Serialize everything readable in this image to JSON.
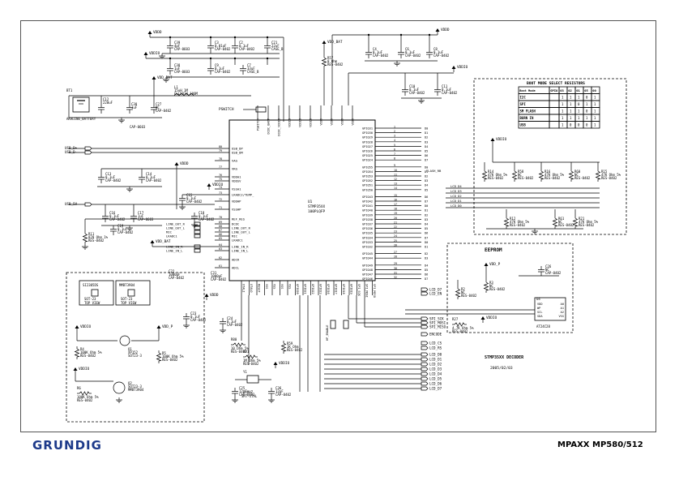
{
  "brand": "GRUNDIG",
  "model": "MPAXX MP580/512",
  "title_block": {
    "name": "STMP35XX DECODER",
    "date": "2005/02/03"
  },
  "ic": {
    "ref": "U1",
    "part": "STMP35XX",
    "package": "100PLQFP"
  },
  "eeprom": {
    "title": "EEPROM",
    "ref": "U4",
    "part": "AT24C28",
    "pins_left": [
      "VDD",
      "WP",
      "SCL",
      "SDA"
    ],
    "pins_right": [
      "A0",
      "A1",
      "A2",
      "VSS"
    ]
  },
  "boot_table": {
    "title": "BOOT MODE SELECT RESISTORS",
    "headers": [
      "Boot Mode",
      "GPIO",
      "03",
      "02",
      "01",
      "05",
      "00"
    ],
    "rows": [
      [
        "I2C",
        "",
        "1",
        "1",
        "1",
        "0",
        "1"
      ],
      [
        "SPI",
        "",
        "1",
        "1",
        "0",
        "1",
        "1"
      ],
      [
        "SM FLASH",
        "",
        "1",
        "1",
        "1",
        "0",
        "1"
      ],
      [
        "BURN IN",
        "",
        "1",
        "1",
        "1",
        "1",
        "1"
      ],
      [
        "USB",
        "",
        "1",
        "0",
        "0",
        "0",
        "1"
      ]
    ]
  },
  "power_labels": [
    "VDDD",
    "VDDIO",
    "VDD_BAT",
    "VDDD",
    "VDDIO",
    "VDD_BAT",
    "VDDD",
    "VDDIO",
    "VDDIO",
    "VDD_P",
    "VDDIO",
    "VDD_P",
    "VDDIO"
  ],
  "net_labels": [
    "PSWITCH",
    "USB_D+",
    "USB_D-",
    "USB_5V",
    "VDD_BAT",
    "HP_ENABLE",
    "ENCODE",
    "SPI_SCK",
    "SPI_MOSI",
    "SPI_MISO",
    "LCD_CS",
    "LCD_RS",
    "LCD_D0",
    "LCD_D1",
    "LCD_D2",
    "LCD_D3",
    "LCD_D4",
    "LCD_D5",
    "LCD_D6",
    "LCD_D7",
    "LCD_EN",
    "FLASH_RB",
    "SCL",
    "SDA"
  ],
  "components": [
    {
      "ref": "BT1",
      "value": "AKALINE_BATTERY"
    },
    {
      "ref": "C39",
      "value": "4pF CAP-0603"
    },
    {
      "ref": "C3",
      "value": "0.01uF CAP-0402"
    },
    {
      "ref": "C2",
      "value": "0.1uF CAP-0402"
    },
    {
      "ref": "C21",
      "value": "22uF CASE_B"
    },
    {
      "ref": "C38",
      "value": "1uF CAP-0603"
    },
    {
      "ref": "C9",
      "value": "0.1uF CAP-0402"
    },
    {
      "ref": "C7",
      "value": "33uF CASE_B"
    },
    {
      "ref": "L1",
      "value": "15uH 1M CLL5D18 100M"
    },
    {
      "ref": "C12",
      "value": "220uF CASE_B"
    },
    {
      "ref": "C30",
      "value": "1uF CAP-0603"
    },
    {
      "ref": "C27",
      "value": "NC CAP-0402"
    },
    {
      "ref": "C13",
      "value": "0.1uF CAP-0402"
    },
    {
      "ref": "C14",
      "value": "0.1uF CAP-0402"
    },
    {
      "ref": "C16",
      "value": "0.1uF CAP-0402"
    },
    {
      "ref": "C17",
      "value": "1uF CAP-0603"
    },
    {
      "ref": "C18",
      "value": "0.1uF CAP-0402"
    },
    {
      "ref": "C19",
      "value": "0.1uF CAP-0402"
    },
    {
      "ref": "R11",
      "value": "820 Ohm 1% RES-0402"
    },
    {
      "ref": "R57",
      "value": "0 Ohm RES-0402"
    },
    {
      "ref": "C4",
      "value": "0.1uF CAP-0402"
    },
    {
      "ref": "C6",
      "value": "0.1uF CAP-0402"
    },
    {
      "ref": "C8",
      "value": "0.1uF CAP-0402"
    },
    {
      "ref": "C10",
      "value": "0.1uF CAP-0402"
    },
    {
      "ref": "C11",
      "value": "0.1uF CAP-0402"
    },
    {
      "ref": "R14",
      "value": "47K Ohm 5% RES-0402"
    },
    {
      "ref": "R58",
      "value": "NC RES-0402"
    },
    {
      "ref": "R16",
      "value": "47K Ohm 5% RES-0402"
    },
    {
      "ref": "R60",
      "value": "NC RES-0402"
    },
    {
      "ref": "R15",
      "value": "47K Ohm 5% RES-0402"
    },
    {
      "ref": "R12",
      "value": "47K Ohm 5% RES-0402"
    },
    {
      "ref": "R61",
      "value": "NC RES-0402"
    },
    {
      "ref": "R21",
      "value": "47K Ohm 5% RES-0402"
    },
    {
      "ref": "C26",
      "value": "NC CAP-0402"
    },
    {
      "ref": "R2",
      "value": "NC RES-0402"
    },
    {
      "ref": "R3",
      "value": "NC RES-0402"
    },
    {
      "ref": "R27",
      "value": "4.7K Ohm 5% RES-0402"
    },
    {
      "ref": "C22",
      "value": "1000pF CAP-0402"
    },
    {
      "ref": "C31",
      "value": "1000pF CAP-0402"
    },
    {
      "ref": "C23",
      "value": "0.1uF CAP-0402"
    },
    {
      "ref": "C24",
      "value": "0.1uF CAP-0402"
    },
    {
      "ref": "R80",
      "value": "10 Ohm 5% RES-0402"
    },
    {
      "ref": "R81",
      "value": "1M Ohm 5% RES-0402"
    },
    {
      "ref": "R59",
      "value": "1K Ohm RES-0402"
    },
    {
      "ref": "Y1",
      "value": "24MHZ SMT-XTAL"
    },
    {
      "ref": "C25",
      "value": "12pF CAP-0402"
    },
    {
      "ref": "C36",
      "value": "12pF CAP-0402"
    },
    {
      "ref": "R4",
      "value": "100K Ohm 5% RES-0402"
    },
    {
      "ref": "Q1",
      "value": "XP152 SOT23-3"
    },
    {
      "ref": "R5",
      "value": "100K Ohm 5% RES-0402"
    },
    {
      "ref": "R6",
      "value": "100K Ohm 5% RES-0402"
    },
    {
      "ref": "Q2",
      "value": "SOT23-3 MMBT3904"
    }
  ],
  "ic_pins_left": [
    "USB_DP",
    "USB_DM",
    "VAG",
    "VRG",
    "VDDA1",
    "VDDSV",
    "VSSA1",
    "LRADC2/TEMP_",
    "VDDHP",
    "VSSHP",
    "REF_RES",
    "DCDC",
    "LINE_OUT_R",
    "LINE_OUT_L",
    "MIC",
    "LRADC1",
    "LINE_IN_R",
    "LINE_IN_L",
    "ADCR",
    "ADCL"
  ],
  "ic_pins_right": [
    "GPIO31",
    "GPIO30",
    "GPIO29",
    "GPIO28",
    "GPIO27",
    "GPIO26",
    "GPIO25",
    "GPIO24",
    "GPIO55",
    "GPIO54",
    "GPIO53",
    "GPIO52",
    "GPIO51",
    "GPIO50",
    "GPIO43",
    "GPIO42",
    "GPIO41",
    "GPIO40",
    "GPIO39",
    "GPIO38",
    "GPIO37",
    "GPIO36",
    "GPIO35",
    "GPIO34",
    "GPIO33",
    "GPIO32",
    "GPIO45",
    "GPIO44",
    "GPIO49",
    "GPIO48",
    "GPIO47",
    "GPIO46"
  ],
  "ic_pins_bottom": [
    "XTALI",
    "XTALO",
    "RESET",
    "VSS",
    "VSS",
    "VSS",
    "VSS",
    "GPIO20",
    "GPIO21",
    "GPIO22",
    "GPIO23",
    "GPIO16",
    "GPIO17",
    "GPIO18",
    "GPIO19",
    "SPI_SCK",
    "SPI_MOSI",
    "SPI_MISO"
  ],
  "ic_pins_top": [
    "PSWITCH",
    "DCDC_BATT",
    "DCDC_VDDIO",
    "VDDIO",
    "VDDIO",
    "VDDIO",
    "VDDD",
    "VDDD",
    "VDDD",
    "VDDD"
  ],
  "inset_labels": [
    "SI2305DS",
    "MMBT3904",
    "SOT-23 TOP VIEW",
    "SOT-23 TOP VIEW"
  ]
}
